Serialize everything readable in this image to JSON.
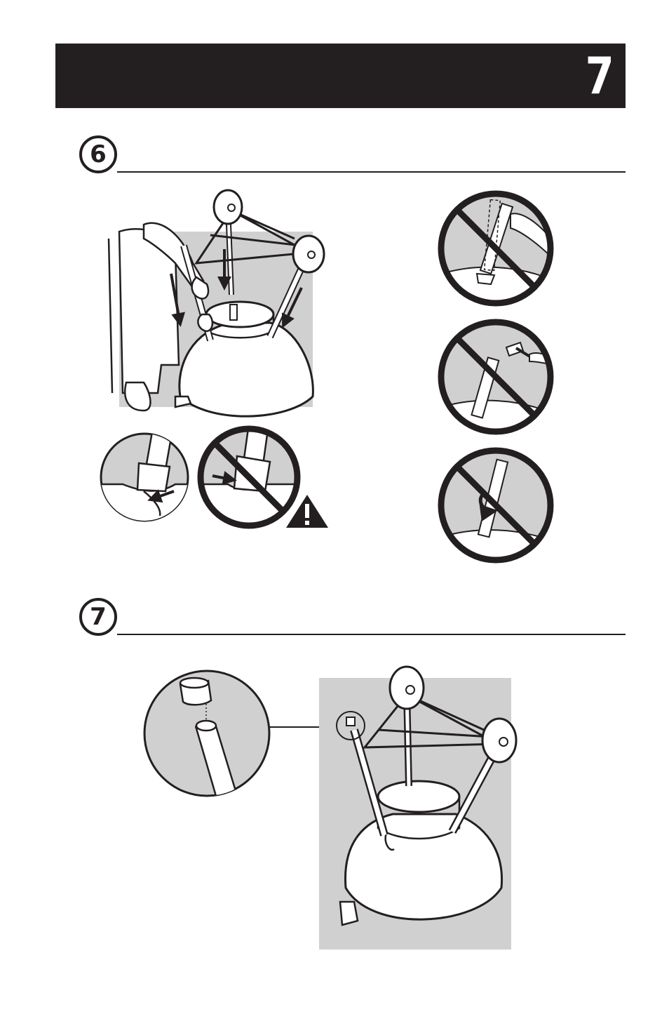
{
  "header": {
    "page_number": "7",
    "background": "#231f20"
  },
  "steps": [
    {
      "number": "6"
    },
    {
      "number": "7"
    }
  ],
  "colors": {
    "ink": "#231f20",
    "panel": "#d1d0d0",
    "paper": "#ffffff"
  },
  "icons": {
    "prohibited": "prohibited-circle-icon",
    "warning": "warning-triangle-icon",
    "arrow": "arrow-icon"
  }
}
